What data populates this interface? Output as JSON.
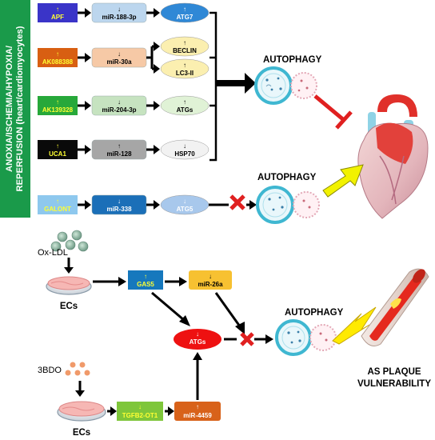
{
  "sidebar": {
    "line1": "ANOXIA/ISCHEMIA/HYPOXIA/",
    "line2": "REPERFUSION (heart/cardiomyocytes)",
    "color": "#1a9a4a"
  },
  "arrows": {
    "up": "↑",
    "down": "↓"
  },
  "rows": [
    {
      "lnc": "APF",
      "lnc_dir": "↑",
      "lnc_color": "#3a34c8",
      "lnc_text_color": "#ffff33",
      "mir": "miR-188-3p",
      "mir_dir": "↓",
      "mir_color": "#bcd6ee",
      "targets": [
        {
          "label": "ATG7",
          "dir": "↑",
          "color": "#2f88d6",
          "text_color": "#ffffff"
        }
      ]
    },
    {
      "lnc": "AK088388",
      "lnc_dir": "↑",
      "lnc_color": "#d85f12",
      "lnc_text_color": "#ffff33",
      "mir": "miR-30a",
      "mir_dir": "↓",
      "mir_color": "#f6c9a6",
      "targets": [
        {
          "label": "BECLIN",
          "dir": "↑",
          "color": "#fbefb0",
          "text_color": "#000000"
        },
        {
          "label": "LC3-II",
          "dir": "↑",
          "color": "#fbefb0",
          "text_color": "#000000"
        }
      ]
    },
    {
      "lnc": "AK139328",
      "lnc_dir": "↑",
      "lnc_color": "#27a83a",
      "lnc_text_color": "#ffff33",
      "mir": "miR-204-3p",
      "mir_dir": "↓",
      "mir_color": "#c6e3c0",
      "targets": [
        {
          "label": "ATGs",
          "dir": "↑",
          "color": "#e0f2d6",
          "text_color": "#000000"
        }
      ]
    },
    {
      "lnc": "UCA1",
      "lnc_dir": "↑",
      "lnc_color": "#0a0a0a",
      "lnc_text_color": "#ffff33",
      "mir": "miR-128",
      "mir_dir": "↑",
      "mir_color": "#a6a6a6",
      "targets": [
        {
          "label": "HSP70",
          "dir": "↓",
          "color": "#f2f2f2",
          "text_color": "#000000"
        }
      ]
    },
    {
      "lnc": "GALONT",
      "lnc_dir": "↑",
      "lnc_color": "#8ec8ee",
      "lnc_text_color": "#ffff33",
      "mir": "miR-338",
      "mir_dir": "↓",
      "mir_color": "#1b6fb8",
      "targets": [
        {
          "label": "ATG5",
          "dir": "↓",
          "color": "#a8c8ec",
          "text_color": "#ffffff"
        }
      ]
    }
  ],
  "autophagy_label": "AUTOPHAGY",
  "bottom": {
    "oxldl": "Ox-LDL",
    "bdo": "3BDO",
    "ecs": "ECs",
    "gas5": {
      "label": "GAS5",
      "dir": "↑",
      "color": "#1678bd",
      "text_color": "#ffff33"
    },
    "mir26a": {
      "label": "miR-26a",
      "dir": "↓",
      "color": "#f7c131"
    },
    "atgs": {
      "label": "ATGs",
      "dir": "↓",
      "color": "#ee1111"
    },
    "tgfb": {
      "label": "TGFB2-OT1",
      "dir": "↓",
      "color": "#7ec63a",
      "text_color": "#ffff33"
    },
    "mir4459": {
      "label": "miR-4459",
      "dir": "↑",
      "color": "#d8621a"
    },
    "plaque_line1": "AS PLAQUE",
    "plaque_line2": "VULNERABILITY"
  },
  "colors": {
    "inhibit_red": "#e02020",
    "cross_red": "#e02020",
    "bolt_yellow": "#ffea00",
    "big_arrow_yellow": "#f2f200"
  }
}
